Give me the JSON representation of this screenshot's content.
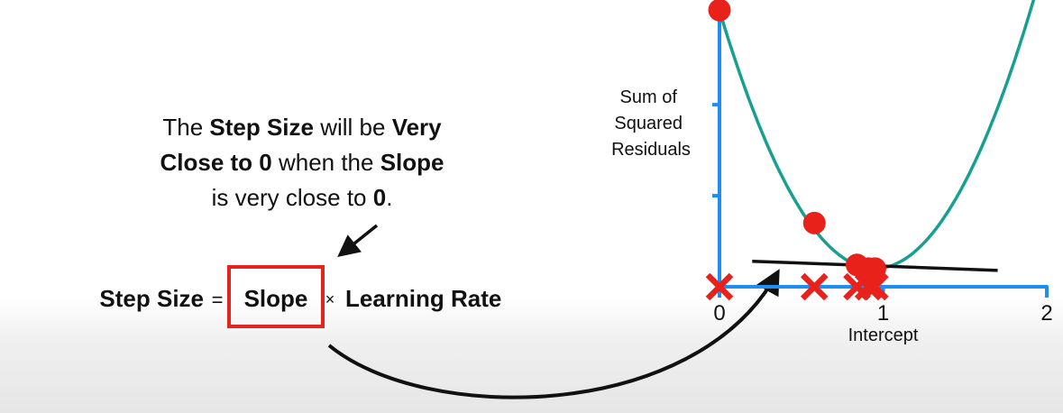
{
  "annotation": {
    "line1": {
      "a": "The ",
      "b": "Step Size",
      "c": " will be ",
      "d": "Very"
    },
    "line2": {
      "a": "Close to 0",
      "b": " when the ",
      "c": "Slope"
    },
    "line3": {
      "a": "is very close to ",
      "b": "0",
      "c": "."
    }
  },
  "equation": {
    "lhs": "Step Size",
    "equals": "=",
    "slope": "Slope",
    "times": "×",
    "rate": "Learning Rate"
  },
  "colors": {
    "axis": "#1e8ff0",
    "curve": "#17a08f",
    "point": "#e8221b",
    "x_marker": "#e8221b",
    "highlight_box": "#e0261f",
    "tangent": "#111111",
    "arrow": "#111111",
    "text": "#111111"
  },
  "chart_data": {
    "type": "line",
    "title": "",
    "xlabel": "Intercept",
    "ylabel": "Sum of\nSquared\nResiduals",
    "xlim": [
      0,
      2
    ],
    "ylim": [
      0,
      1.6
    ],
    "x_ticks": [
      0,
      1,
      2
    ],
    "x_tick_labels": [
      "0",
      "1",
      "2"
    ],
    "y_ticks": [
      0.5,
      1.0,
      1.5
    ],
    "grid": false,
    "curve": {
      "type": "parabola",
      "vertex": [
        0.95,
        0.1
      ],
      "coefficient": 1.57
    },
    "points": {
      "x": [
        0.0,
        0.58,
        0.84,
        0.91,
        0.95
      ],
      "y": [
        1.52,
        0.35,
        0.12,
        0.1,
        0.1
      ]
    },
    "x_markers": [
      0.0,
      0.58,
      0.84,
      0.91,
      0.95
    ],
    "tangent": {
      "x": [
        0.2,
        1.7
      ],
      "y": [
        0.14,
        0.09
      ]
    }
  }
}
